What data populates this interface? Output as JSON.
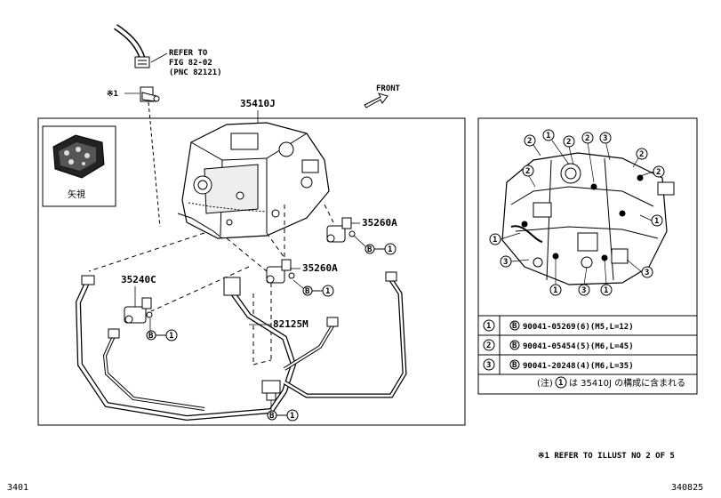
{
  "diagram": {
    "main_part": "35410J",
    "front_label": "FRONT",
    "refer": {
      "line1": "REFER TO",
      "line2": "FIG 82-02",
      "line3": "(PNC 82121)"
    },
    "note1_mark": "※1",
    "view_label": "矢視",
    "parts": {
      "p35260a_upper": "35260A",
      "p35260a_lower": "35260A",
      "p35240c": "35240C",
      "p82125m": "82125M"
    },
    "bolt_symbol": "B",
    "circle_nums": [
      "1",
      "2",
      "3"
    ],
    "bolt_table": [
      {
        "num": "1",
        "bolt": "B",
        "spec": "90041-05269(6)(M5,L=12)"
      },
      {
        "num": "2",
        "bolt": "B",
        "spec": "90041-05454(5)(M6,L=45)"
      },
      {
        "num": "3",
        "bolt": "B",
        "spec": "90041-20248(4)(M6,L=35)"
      }
    ],
    "note_jp_prefix": "(注)",
    "note_jp_num": "1",
    "note_jp_text": "は 35410J の構成に含まれる",
    "footnote": "※1  REFER TO ILLUST NO 2 OF 5",
    "page_left": "3401",
    "page_right": "340825"
  }
}
